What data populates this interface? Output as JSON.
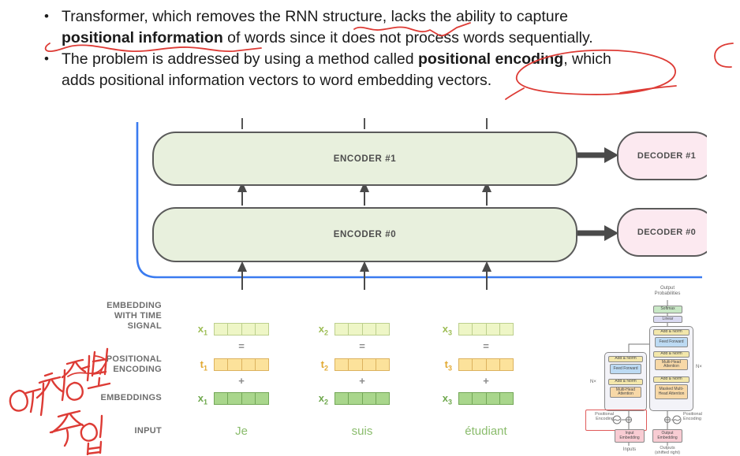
{
  "colors": {
    "annotation_red": "#dd3b35",
    "blue_line": "#3a7bf0",
    "encoder_fill": "#e8f0dd",
    "decoder_fill": "#fce9f0",
    "box_border": "#5a5a5a",
    "arrow_gray": "#4a4a4a",
    "vec_light_fill": "#eef6c6",
    "vec_light_border": "#bccf8d",
    "vec_yellow_fill": "#fce29b",
    "vec_yellow_border": "#dcb25e",
    "vec_green_fill": "#a9d68c",
    "vec_green_border": "#73a757",
    "label_gray": "#6e6e6e",
    "x_label_green": "#9dbd55",
    "t_label_orange": "#e2aa33",
    "emb_label_green": "#6fa84e",
    "word_green": "#8abc6c"
  },
  "bullets": {
    "b1": {
      "line1": "Transformer, which removes the RNN structure, lacks the ability to capture",
      "line2_bold": "positional information",
      "line2_rest": " of words since it does not process words sequentially."
    },
    "b2": {
      "line1_pre": "The problem is addressed by using a method called ",
      "line1_bold": "positional encoding",
      "line1_rest": ", which",
      "line2": "adds positional information vectors to word embedding vectors."
    }
  },
  "stack_diagram": {
    "encoder1": "ENCODER #1",
    "encoder0": "ENCODER #0",
    "decoder1": "DECODER #1",
    "decoder0": "DECODER #0"
  },
  "lower_diagram": {
    "rows": {
      "r1a": "EMBEDDING",
      "r1b": "WITH TIME",
      "r1c": "SIGNAL",
      "r2a": "POSITIONAL",
      "r2b": "ENCODING",
      "r3": "EMBEDDINGS",
      "r4": "INPUT"
    },
    "ops": {
      "eq": "=",
      "plus": "+"
    },
    "cols": [
      {
        "x": "x",
        "t": "t",
        "n": "1",
        "word": "Je"
      },
      {
        "x": "x",
        "t": "t",
        "n": "2",
        "word": "suis"
      },
      {
        "x": "x",
        "t": "t",
        "n": "3",
        "word": "étudiant"
      }
    ]
  },
  "mini": {
    "output_1": "Output",
    "output_2": "Probabilities",
    "softmax": "Softmax",
    "linear": "Linear",
    "add_norm": "Add & Norm",
    "feed_forward": "Feed Forward",
    "mha": "Multi-Head Attention",
    "masked_mha": "Masked Multi-Head Attention",
    "pos_enc_1": "Positional",
    "pos_enc_2": "Encoding",
    "input_emb": "Input Embedding",
    "output_emb": "Output Embedding",
    "inputs": "Inputs",
    "outputs_1": "Outputs",
    "outputs_2": "(shifted right)",
    "nx": "N×"
  },
  "annotations": {
    "korean_note": "위치정보 주입",
    "marks": [
      "squiggly-underline-rnn-structure",
      "wavy-underline-positional-information",
      "c-mark-right-margin",
      "circle-around-positional-encoding",
      "dash-after-vectors",
      "arrow-to-positional-encoding-label",
      "korean-handwriting-note"
    ]
  }
}
